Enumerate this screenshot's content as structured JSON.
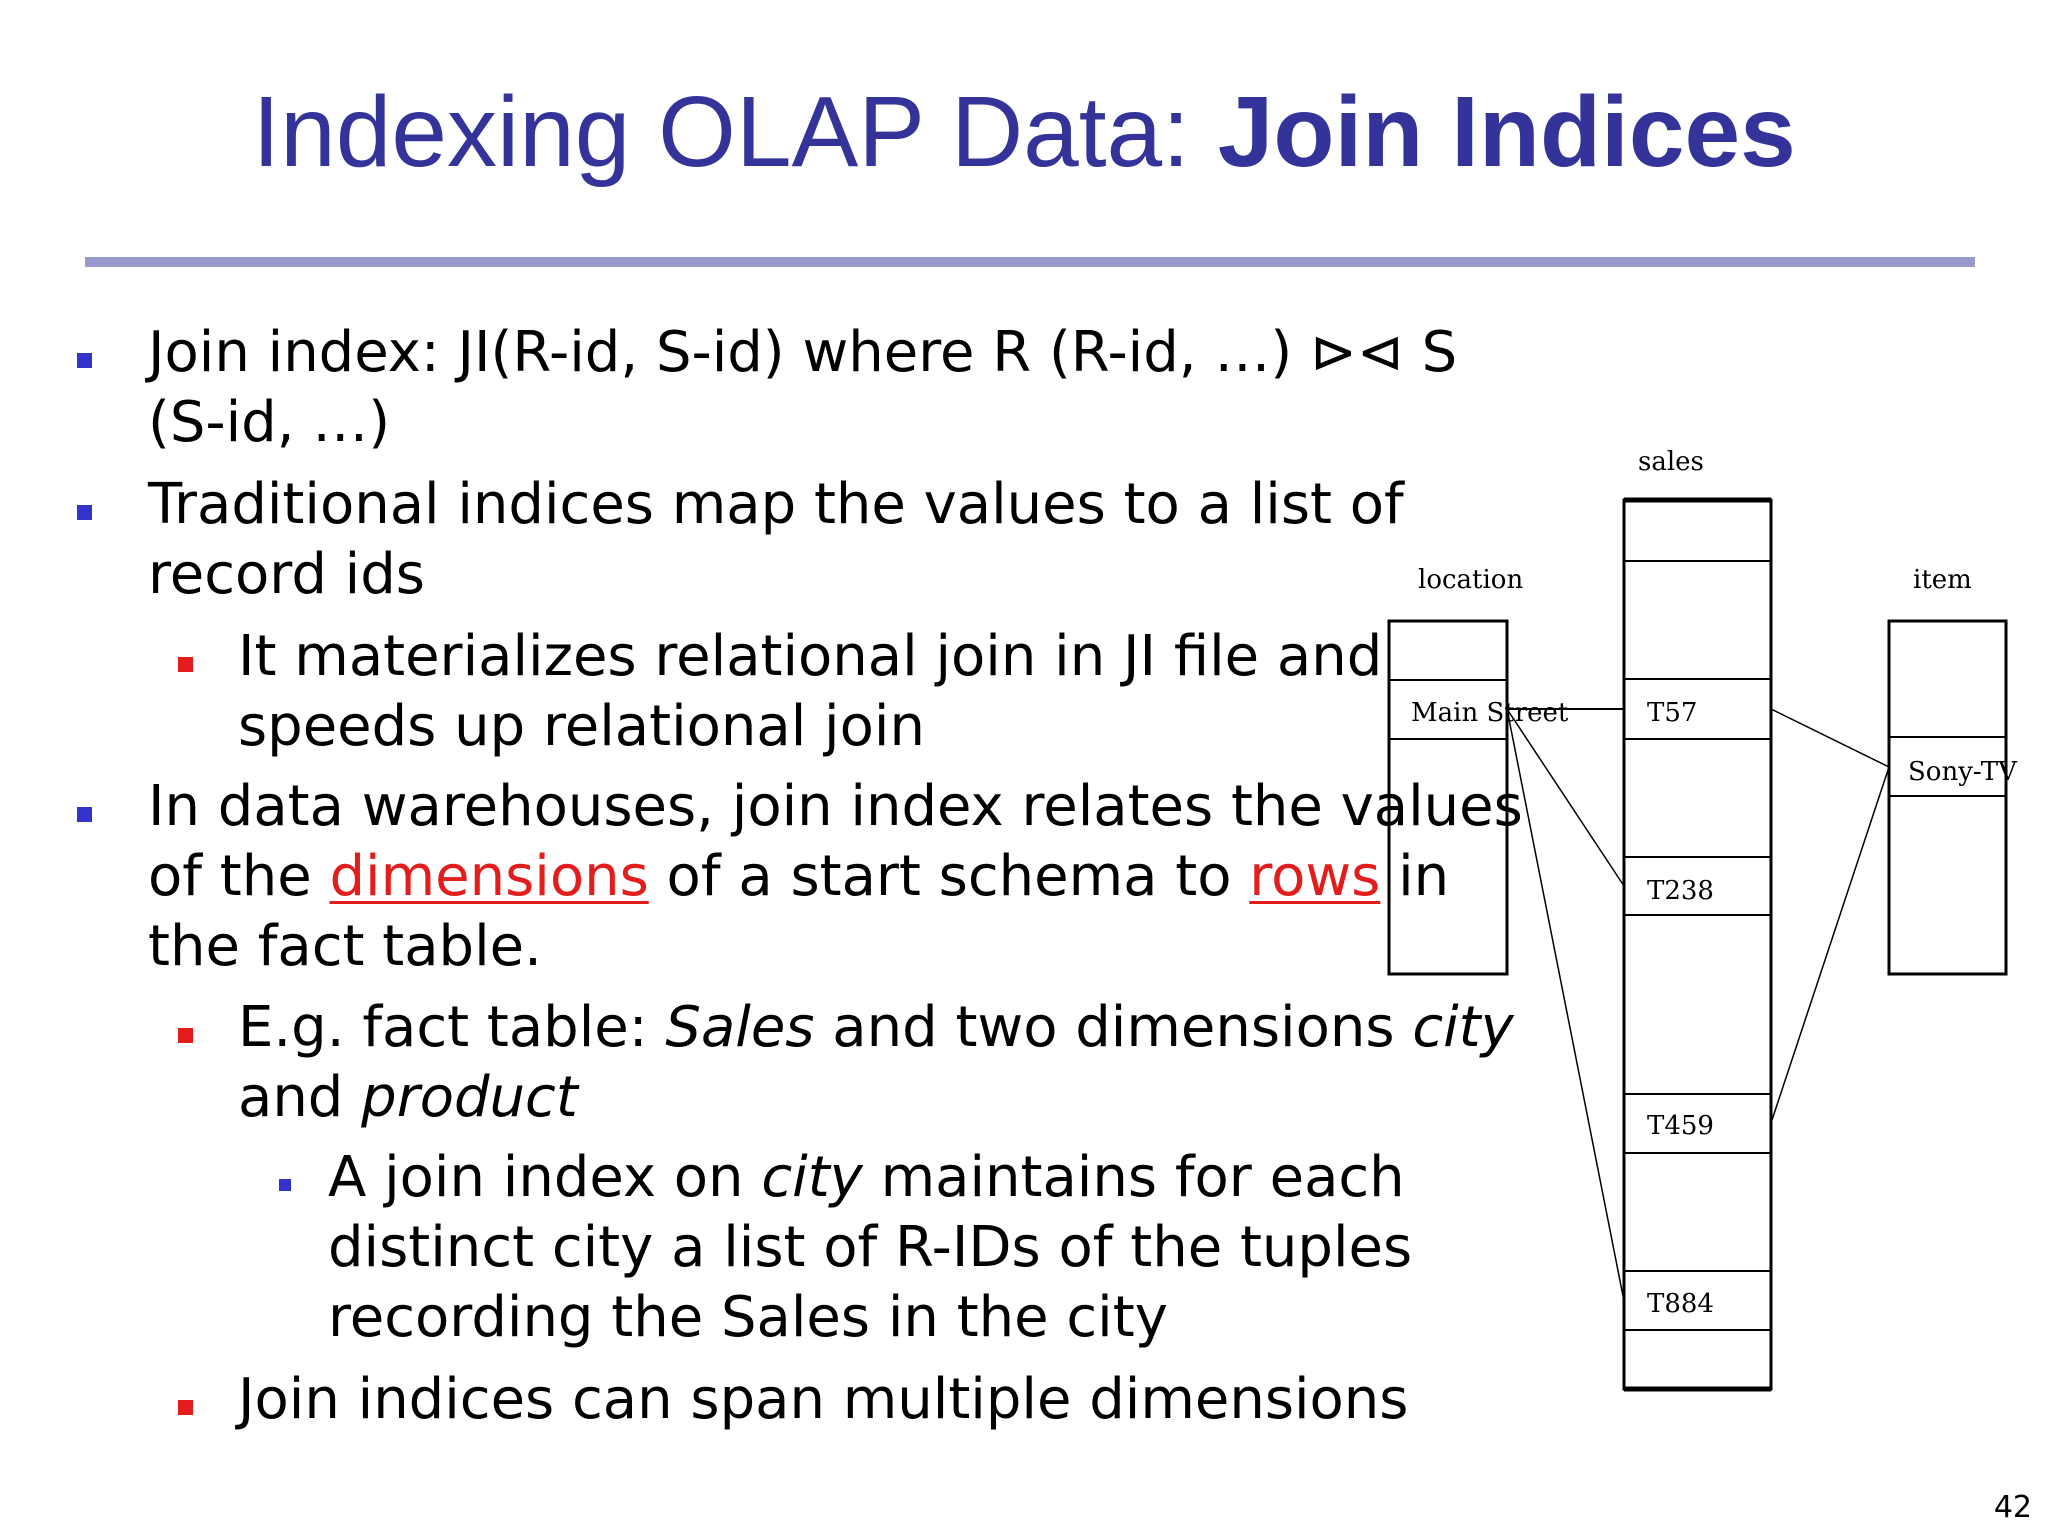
{
  "slide": {
    "title_regular": "Indexing OLAP Data: ",
    "title_bold": "Join Indices",
    "page_number": "42"
  },
  "bullets": {
    "b1_line1": "Join index: JI(R-id, S-id) where R (R-id, …) ⊳⊲ S",
    "b1_line2": "(S-id, …)",
    "b2_line1": "Traditional indices map the values to a list of",
    "b2_line2": "record ids",
    "b2a_line1": "It materializes relational join in JI file and",
    "b2a_line2": "speeds up relational join",
    "b3_line1": "In data warehouses, join index relates the values",
    "b3_line2_pre": "of the ",
    "b3_line2_link1": "dimensions",
    "b3_line2_mid": " of a start schema to ",
    "b3_line2_link2": "rows",
    "b3_line2_post": " in",
    "b3_line3": "the fact table.",
    "b3a_line1_pre": "E.g. fact table: ",
    "b3a_line1_sales": "Sales",
    "b3a_line1_mid": " and two dimensions ",
    "b3a_line1_city": "city",
    "b3a_line2_pre": "and ",
    "b3a_line2_product": "product",
    "b3a1_line1_pre": "A join index on ",
    "b3a1_line1_city": "city",
    "b3a1_line1_post": " maintains for each",
    "b3a1_line2": "distinct city a list of R-IDs of the tuples",
    "b3a1_line3": "recording the Sales in the city",
    "b3b_line1": "Join indices can span multiple dimensions"
  },
  "diagram": {
    "location_label": "location",
    "sales_label": "sales",
    "item_label": "item",
    "location_value": "Main Street",
    "item_value": "Sony-TV",
    "sales_rows": [
      "T57",
      "T238",
      "T459",
      "T884"
    ]
  }
}
